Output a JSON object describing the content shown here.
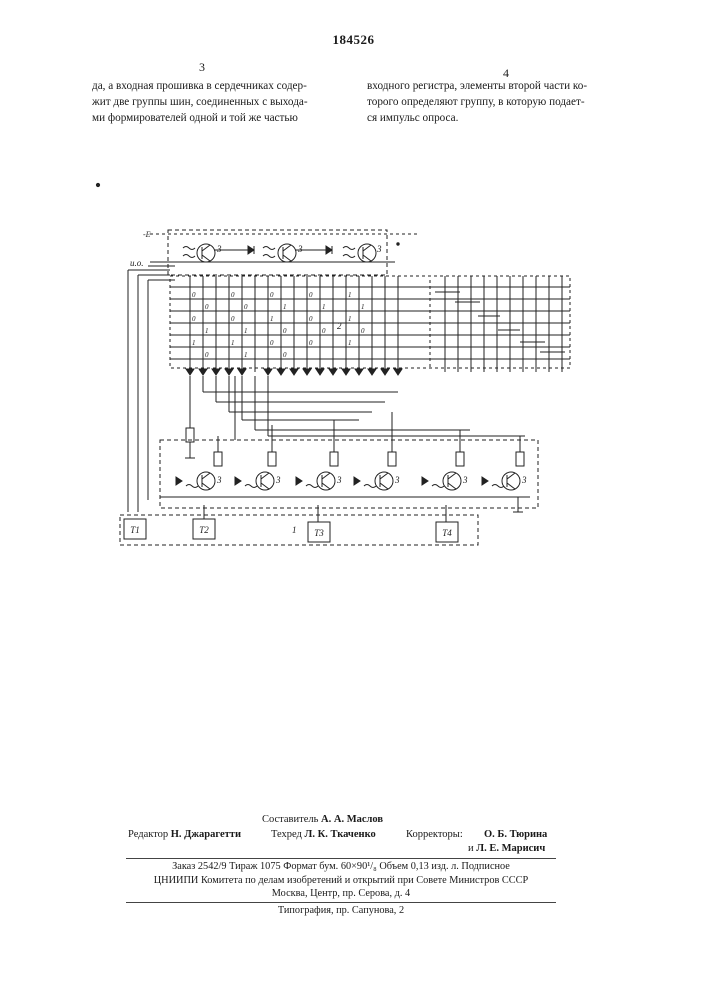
{
  "patent_number": "184526",
  "columns": [
    {
      "number": "3",
      "lines": [
        "да, а входная прошивка в сердечниках содер-",
        "жит две группы шин, соединенных с выхода-",
        "ми формирователей одной и той же частью"
      ]
    },
    {
      "number": "4",
      "lines": [
        "входного регистра, элементы второй части ко-",
        "торого определяют группу, в которую подает-",
        "ся импульс опроса."
      ]
    }
  ],
  "diagram": {
    "input_label": "и.о.",
    "supply_label": "-E",
    "transistor_label": "3",
    "box_label": "1",
    "array_label": "2",
    "triggers": [
      "T1",
      "T2",
      "T3",
      "T4"
    ],
    "matrix_bits": [
      "0",
      "0",
      "0",
      "0",
      "1",
      "0",
      "0",
      "1",
      "1",
      "1",
      "0",
      "0",
      "1",
      "0",
      "1",
      "1",
      "1",
      "0",
      "0",
      "0",
      "1",
      "1",
      "0",
      "0",
      "1",
      "0",
      "1",
      "0"
    ]
  },
  "credits": {
    "compiler_label": "Составитель",
    "compiler": "А. А. Маслов",
    "editor_label": "Редактор",
    "editor": "Н. Джарагетти",
    "techred_label": "Техред",
    "techred": "Л. К. Ткаченко",
    "correctors_label": "Корректоры:",
    "corrector_1": "О. Б. Тюрина",
    "corrector_2_prefix": "и",
    "corrector_2": "Л. Е. Марисич"
  },
  "imprint": {
    "line1": "Заказ 2542/9    Тираж 1075   Формат бум. 60×90¹/₈   Объем 0,13 изд. л.   Подписное",
    "line2": "ЦНИИПИ Комитета по делам изобретений и открытий при Совете Министров СССР",
    "line3": "Москва, Центр, пр. Серова, д. 4",
    "printer": "Типография, пр. Сапунова, 2"
  }
}
